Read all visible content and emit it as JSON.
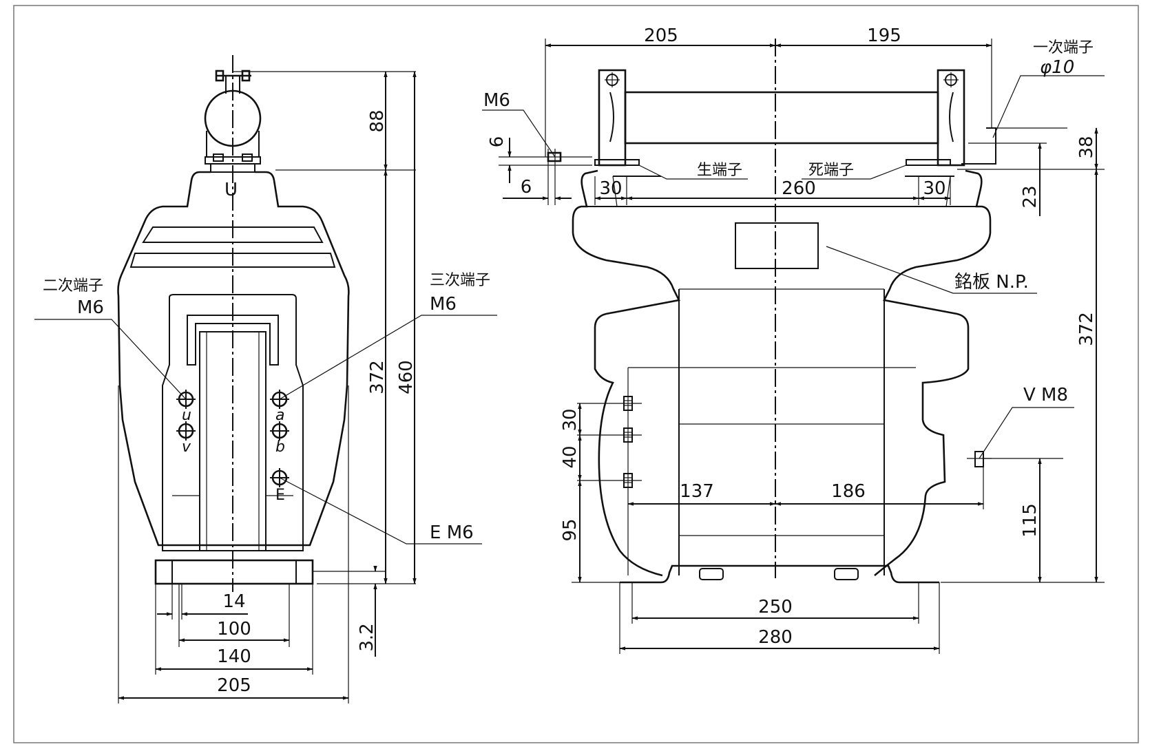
{
  "front_view": {
    "terminal_primary": "U",
    "label_secondary": "二次端子",
    "label_secondary_thread": "M6",
    "label_tertiary": "三次端子",
    "label_tertiary_thread": "M6",
    "label_earth": "E M6",
    "term_u": "u",
    "term_v": "v",
    "term_a": "a",
    "term_b": "b",
    "term_e": "E",
    "dims": {
      "top_clamp": "88",
      "body_height": "372",
      "overall_height": "460",
      "base_plate": "3.2",
      "base_slot": "14",
      "hole_pitch": "100",
      "base_width": "140",
      "overall_width": "205"
    }
  },
  "side_view": {
    "label_primary": "一次端子",
    "label_primary_dia": "φ10",
    "label_m6": "M6",
    "label_live": "生端子",
    "label_dead": "死端子",
    "label_nameplate": "銘板 N.P.",
    "label_vent": "V M8",
    "dims": {
      "left_half": "205",
      "right_half": "195",
      "nut_height": "6",
      "nut_width": "6",
      "terminal_left": "30",
      "terminal_span": "260",
      "terminal_right": "30",
      "terminal_offset": "23",
      "primary_height": "38",
      "body_height": "372",
      "sec_pitch_1": "30",
      "sec_pitch_2": "40",
      "sec_base": "95",
      "center_left": "137",
      "center_right": "186",
      "vent_height": "115",
      "foot_pitch": "250",
      "foot_width": "280"
    }
  }
}
